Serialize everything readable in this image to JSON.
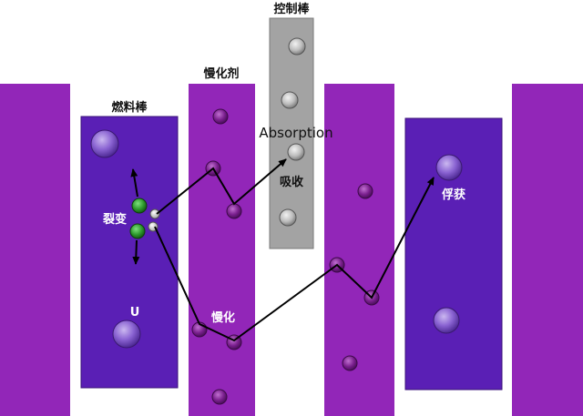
{
  "labels": {
    "fuel_rod": "燃料棒",
    "moderator": "慢化剂",
    "control_rod": "控制棒",
    "absorption_en": "Absorption",
    "absorption_cn": "吸收",
    "fission": "裂变",
    "uranium": "U",
    "moderation": "慢化",
    "capture": "俘获"
  },
  "colors": {
    "moderator_purple": "#9226b8",
    "fuel_blue": "#5a1fb5",
    "control_gray": "#a3a3a3",
    "neutron_green": "#2e8b2e",
    "arrow": "#000000"
  }
}
